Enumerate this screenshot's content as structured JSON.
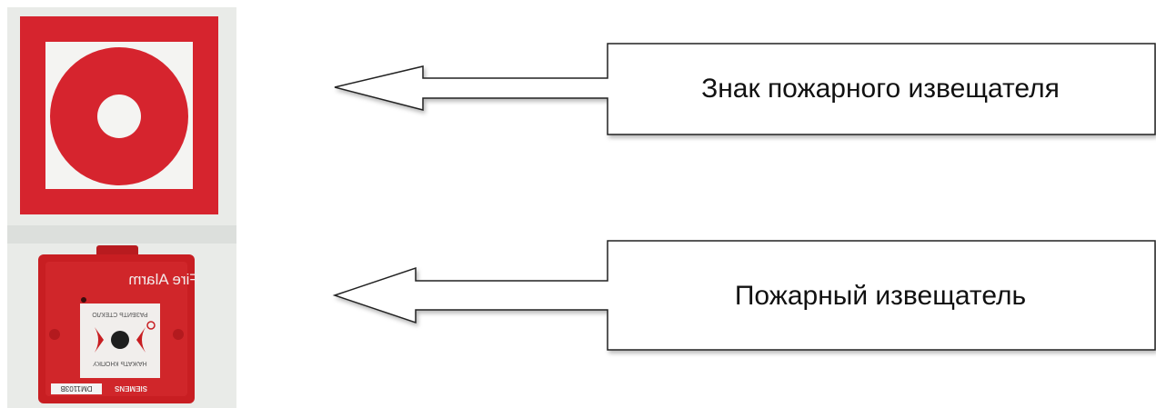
{
  "sign": {
    "description_label": "Знак пожарного извещателя"
  },
  "device": {
    "description_label": "Пожарный извещатель",
    "face_title": "Fire Alarm",
    "instruction_top": "РАЗБИТЬ СТЕКЛО",
    "instruction_bottom": "НАЖАТЬ КНОПКУ",
    "brand": "SIEMENS",
    "model": "DM1103B"
  },
  "colors": {
    "sign_red": "#d6242e",
    "device_red": "#c81e22",
    "wall": "#e9ebe8",
    "outline": "#222222"
  }
}
